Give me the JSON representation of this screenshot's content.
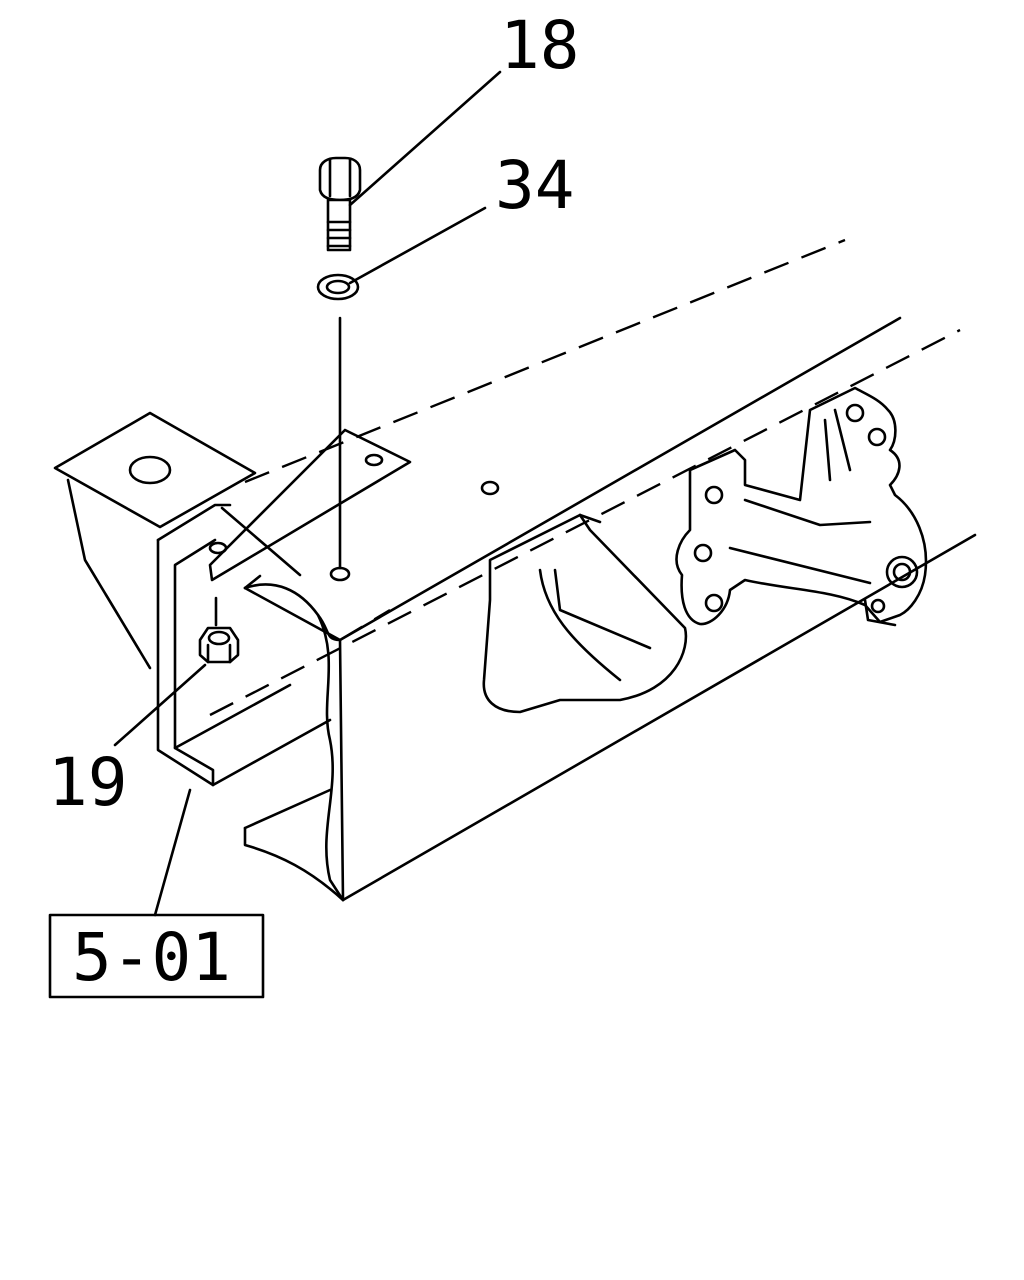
{
  "callouts": [
    {
      "id": "18",
      "label": "18"
    },
    {
      "id": "34",
      "label": "34"
    },
    {
      "id": "19",
      "label": "19"
    }
  ],
  "reference": {
    "label": "5-01"
  }
}
